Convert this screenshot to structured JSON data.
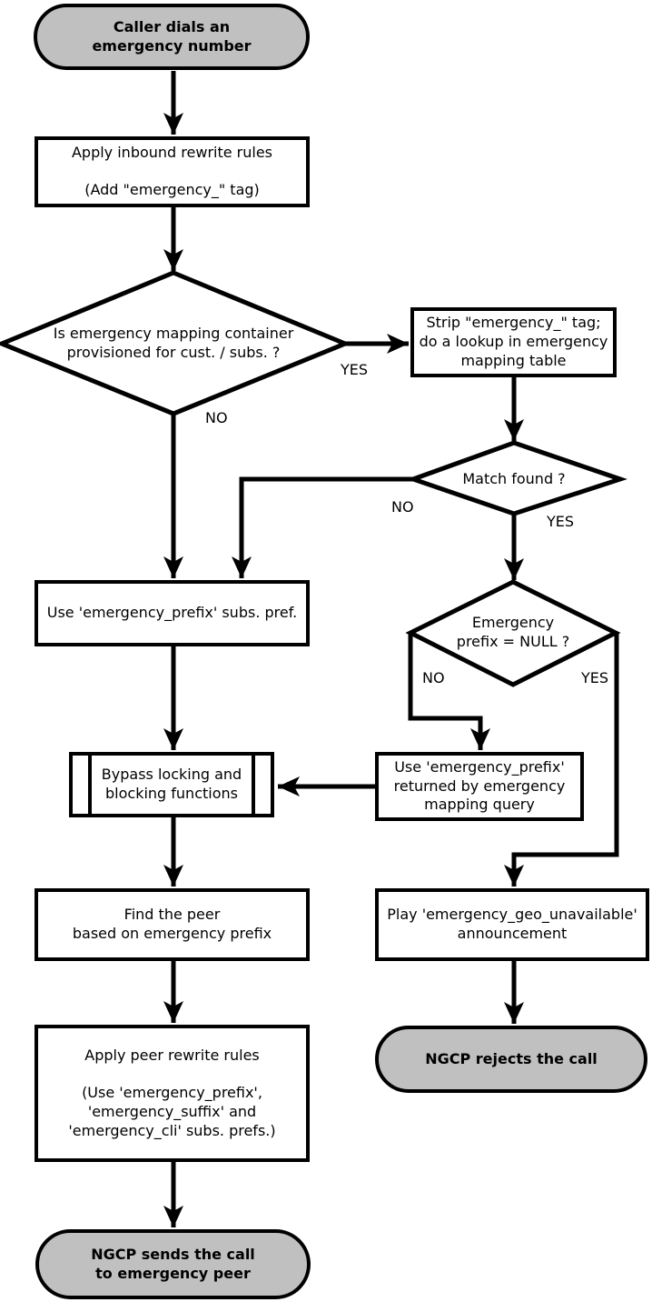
{
  "colors": {
    "terminal_fill": "#c0c0c0",
    "node_fill": "#ffffff",
    "stroke": "#000000"
  },
  "nodes": {
    "start": {
      "label": "Caller dials an\nemergency number"
    },
    "inbound_rewrite": {
      "label": "Apply inbound rewrite rules\n\n(Add \"emergency_\" tag)"
    },
    "mapping_provisioned": {
      "label": "Is emergency mapping container\nprovisioned for cust. / subs. ?"
    },
    "strip_tag": {
      "label": "Strip \"emergency_\" tag;\ndo a lookup in emergency\nmapping table"
    },
    "match_found": {
      "label": "Match found ?"
    },
    "prefix_null": {
      "label": "Emergency\nprefix = NULL ?"
    },
    "use_subs_prefix": {
      "label": "Use 'emergency_prefix' subs. pref."
    },
    "bypass_locking": {
      "label": "Bypass locking and\nblocking functions"
    },
    "use_returned_prefix": {
      "label": "Use 'emergency_prefix'\nreturned by emergency\nmapping query"
    },
    "find_peer": {
      "label": "Find the peer\nbased on emergency prefix"
    },
    "play_announcement": {
      "label": "Play 'emergency_geo_unavailable'\nannouncement"
    },
    "reject_call": {
      "label": "NGCP rejects the call"
    },
    "peer_rewrite": {
      "label": "Apply peer rewrite rules\n\n(Use 'emergency_prefix',\n'emergency_suffix' and\n'emergency_cli' subs. prefs.)"
    },
    "send_call": {
      "label": "NGCP sends the call\nto emergency peer"
    }
  },
  "edge_labels": {
    "provisioned_yes": "YES",
    "provisioned_no": "NO",
    "match_no": "NO",
    "match_yes": "YES",
    "null_no": "NO",
    "null_yes": "YES"
  }
}
